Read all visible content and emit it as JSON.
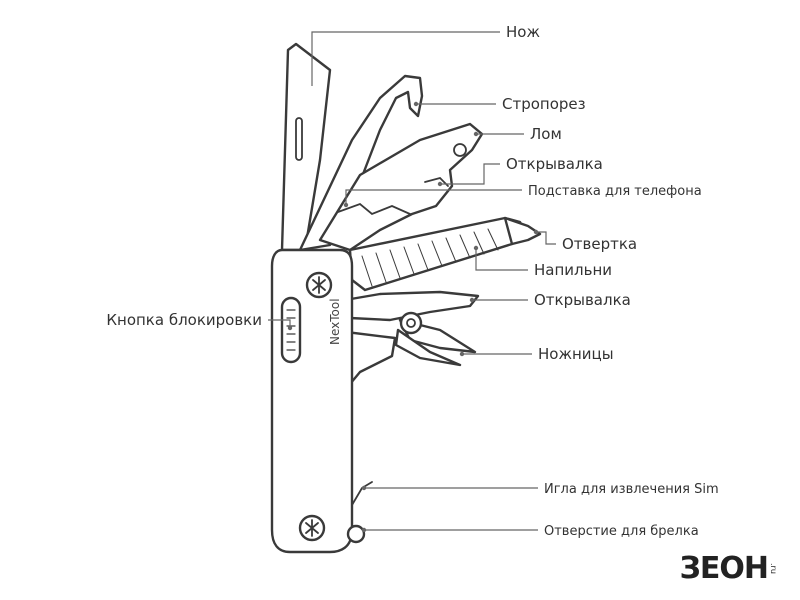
{
  "brand_engraving": "NexTool",
  "labels": {
    "knife": "Нож",
    "strap_cutter": "Стропорез",
    "crowbar": "Лом",
    "bottle_opener_top": "Открывалка",
    "phone_stand": "Подставка для телефона",
    "screwdriver": "Отвертка",
    "file": "Напильни",
    "bottle_opener_mid": "Открывалка",
    "scissors": "Ножницы",
    "lock_button": "Кнопка блокировки",
    "sim_needle": "Игла для извлечения Sim",
    "keychain_hole": "Отверстие для брелка"
  },
  "logo": {
    "text": "ЗЕОН",
    "suffix": ".ru"
  },
  "colors": {
    "line": "#3a3a3a",
    "leader": "#666666",
    "text": "#333333",
    "background": "#ffffff"
  }
}
